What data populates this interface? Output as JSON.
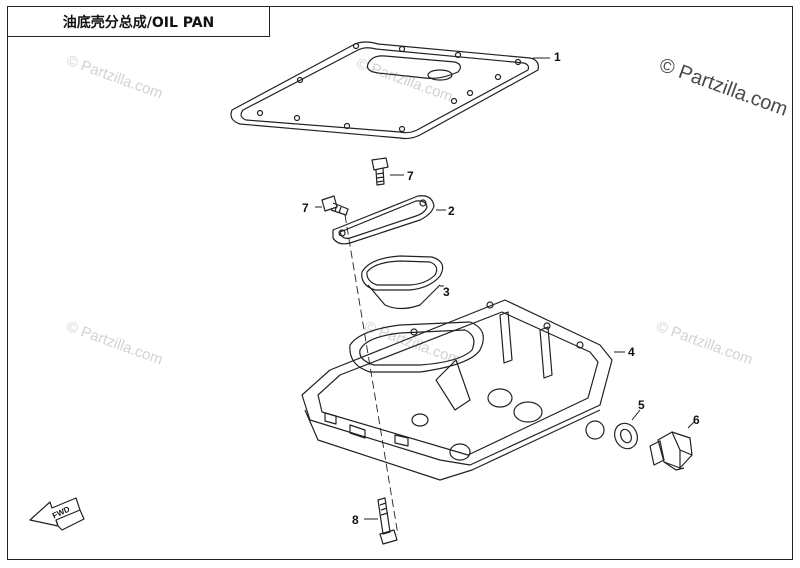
{
  "title": "油底壳分总成/OIL PAN",
  "watermark_text": "© Partzilla.com",
  "callouts": [
    "1",
    "2",
    "3",
    "4",
    "5",
    "6",
    "7",
    "7",
    "8"
  ],
  "fwd_label": "FWD"
}
